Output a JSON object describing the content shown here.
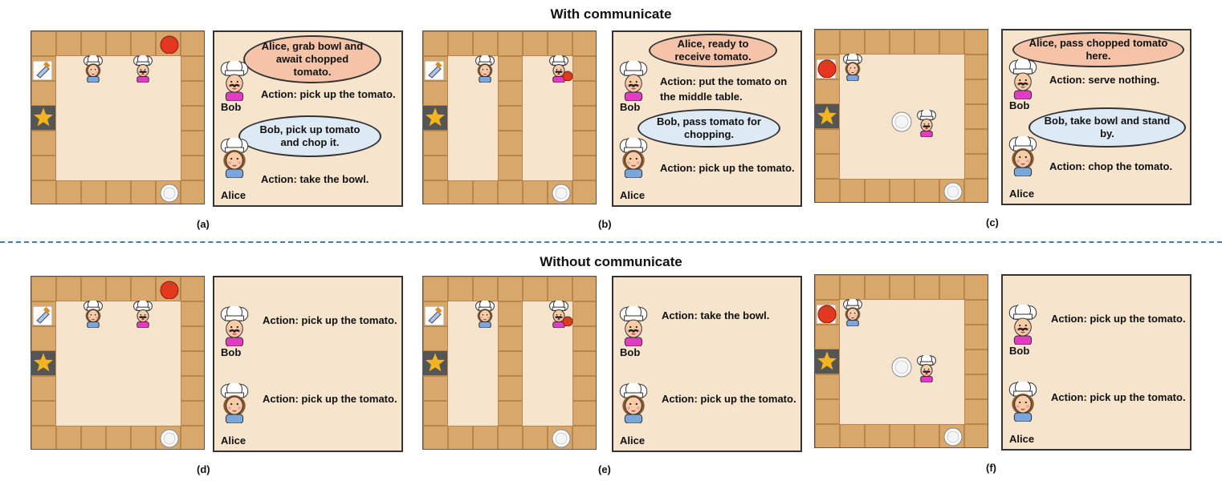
{
  "titles": {
    "with": "With communicate",
    "without": "Without communicate"
  },
  "labels": [
    "(a)",
    "(b)",
    "(c)",
    "(d)",
    "(e)",
    "(f)"
  ],
  "names": {
    "bob": "Bob",
    "alice": "Alice"
  },
  "icons": {
    "tomato": "tomato-icon",
    "knife": "knife-icon",
    "star": "star-icon",
    "plate": "plate-icon",
    "chef": "chef-icon"
  },
  "colors": {
    "bob_bubble": "#f4c3a8",
    "alice_bubble": "#dde9f5",
    "counter": "#d7a76c",
    "floor": "#f5e3cc",
    "bob_shirt": "#e23cc5",
    "alice_shirt": "#7aa6dc"
  },
  "panels": [
    {
      "bob_msg": "Alice, grab bowl and await chopped tomato.",
      "bob_action": "Action: pick up the tomato.",
      "alice_msg": "Bob, pick up tomato and chop it.",
      "alice_action": "Action: take the bowl."
    },
    {
      "bob_msg": "Alice, ready to receive tomato.",
      "bob_action": "Action: put the tomato on the middle table.",
      "alice_msg": "Bob, pass tomato for chopping.",
      "alice_action": "Action: pick up the tomato."
    },
    {
      "bob_msg": "Alice, pass chopped tomato here.",
      "bob_action": "Action: serve nothing.",
      "alice_msg": "Bob, take bowl and stand by.",
      "alice_action": "Action: chop the tomato."
    },
    {
      "bob_action": "Action: pick up the tomato.",
      "alice_action": "Action: pick up the tomato."
    },
    {
      "bob_action": "Action: take the bowl.",
      "alice_action": "Action: pick up the tomato."
    },
    {
      "bob_action": "Action: pick up the tomato.",
      "alice_action": "Action: pick up the tomato."
    }
  ]
}
